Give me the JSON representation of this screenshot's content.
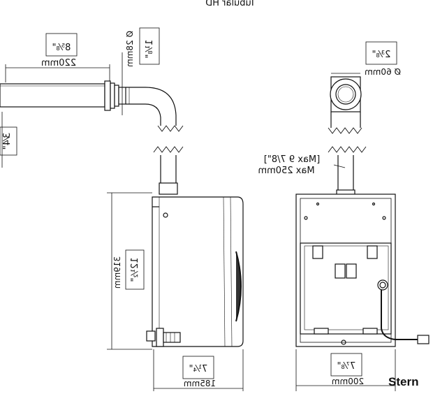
{
  "title": "Tubular HD",
  "brand": "Stern",
  "dims": {
    "pipe_len_mm": "220mm",
    "pipe_len_in": "8⅝\"",
    "pipe_dia_mm": "Ø 28mm",
    "pipe_dia_in": "1⅛\"",
    "pipe_offset_in": "3⁄4\"",
    "tube_dia_mm": "Ø 60mm",
    "tube_dia_in": "2⅜\"",
    "max_len_in": "[Max 9 7/8\"]",
    "max_len_mm": "Max 250mm",
    "box_h_mm": "319mm",
    "box_h_in": "12½\"",
    "box_depth_mm": "185mm",
    "box_depth_in": "7¼\"",
    "box_w_mm": "200mm",
    "box_w_in": "7⅞\""
  }
}
